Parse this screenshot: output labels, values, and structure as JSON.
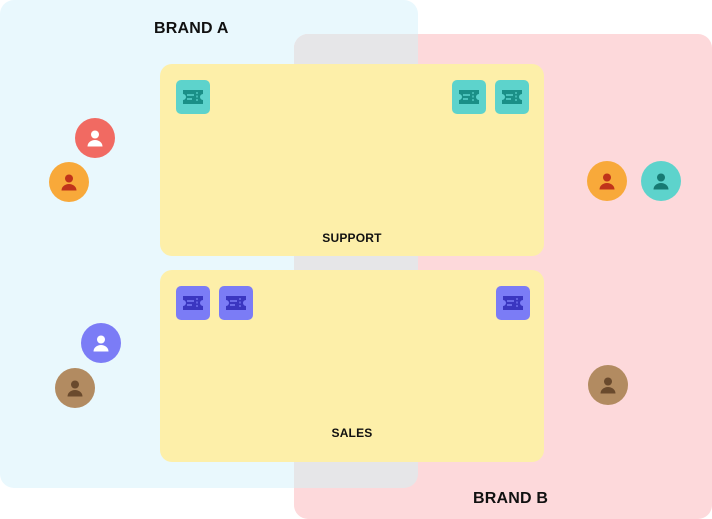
{
  "brands": {
    "brand_a": {
      "label": "BRAND A"
    },
    "brand_b": {
      "label": "BRAND B"
    }
  },
  "teams": {
    "support": {
      "label": "SUPPORT",
      "ticket_color": "#5dd3cc",
      "ticket_icon_color": "#1a8f87"
    },
    "sales": {
      "label": "SALES",
      "ticket_color": "#7b7cf6",
      "ticket_icon_color": "#3a36c0"
    }
  },
  "colors": {
    "brand_a_bg": "#e9f8fd",
    "brand_b_bg": "#fdd9db",
    "overlap_bg": "#e6e6e8",
    "team_bg": "#fdefa9"
  },
  "avatars": [
    {
      "name": "avatar-red",
      "bg": "#f16a62",
      "fg": "#ffffff",
      "icon": "user-icon"
    },
    {
      "name": "avatar-orange",
      "bg": "#f8a93a",
      "fg": "#c0331a",
      "icon": "user-icon"
    },
    {
      "name": "avatar-violet",
      "bg": "#7b7cf6",
      "fg": "#ffffff",
      "icon": "user-icon"
    },
    {
      "name": "avatar-brown",
      "bg": "#b28b61",
      "fg": "#6a4a2d",
      "icon": "user-icon"
    },
    {
      "name": "avatar-orange-2",
      "bg": "#f8a93a",
      "fg": "#c0331a",
      "icon": "user-icon"
    },
    {
      "name": "avatar-teal",
      "bg": "#5dd3cc",
      "fg": "#177a73",
      "icon": "user-icon"
    },
    {
      "name": "avatar-brown-2",
      "bg": "#b28b61",
      "fg": "#6a4a2d",
      "icon": "user-icon"
    }
  ]
}
